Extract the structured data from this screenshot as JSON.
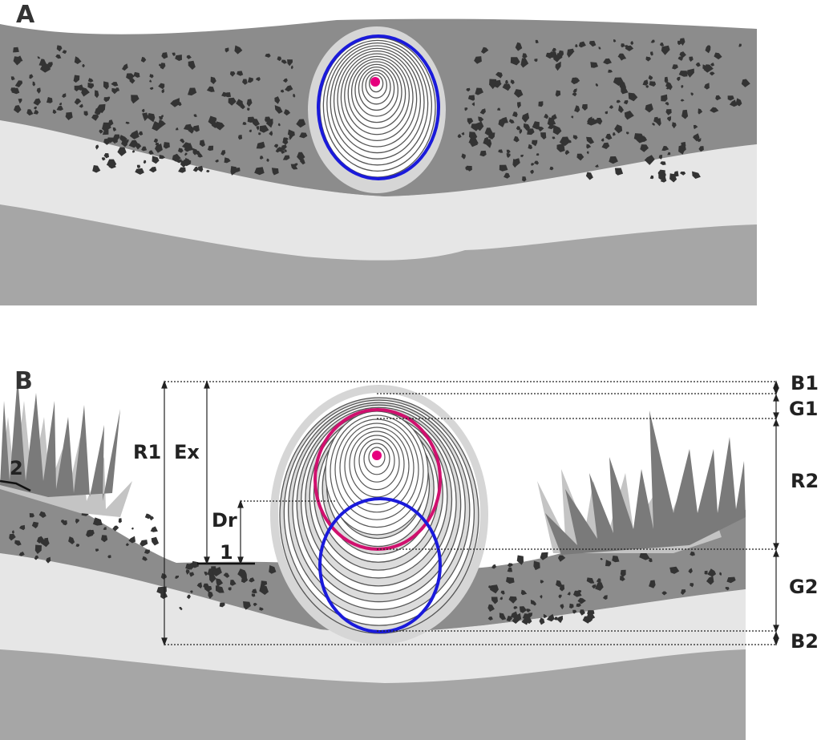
{
  "panels": {
    "a": {
      "label": "A"
    },
    "b": {
      "label": "B"
    }
  },
  "measurements": {
    "r1": "R1",
    "ex": "Ex",
    "dr": "Dr",
    "b1": "B1",
    "g1": "G1",
    "r2": "R2",
    "g2": "G2",
    "b2": "B2"
  },
  "markers": {
    "one": "1",
    "two": "2"
  },
  "colors": {
    "upper_soil": "#8c8c8c",
    "light_band": "#e6e6e6",
    "lower_soil": "#a6a6a6",
    "pebble": "#333333",
    "bark": "#d4d4d4",
    "ring": "#555555",
    "pith": "#e6007e",
    "blue_circle": "#1a1adb",
    "magenta_circle": "#d0106e",
    "grass_dark": "#777777",
    "grass_light": "#c4c4c4"
  }
}
